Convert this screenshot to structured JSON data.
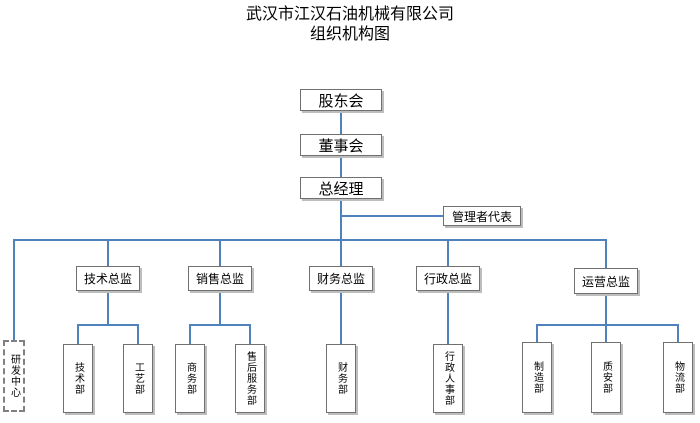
{
  "title": {
    "line1": "武汉市江汉石油机械有限公司",
    "line2": "组织机构图"
  },
  "top_chain": [
    {
      "key": "shareholders",
      "label": "股东会"
    },
    {
      "key": "board",
      "label": "董事会"
    },
    {
      "key": "general_manager",
      "label": "总经理"
    }
  ],
  "management_rep": {
    "label": "管理者代表"
  },
  "directors": [
    {
      "key": "tech",
      "label": "技术总监",
      "departments": [
        "技术部",
        "工艺部"
      ]
    },
    {
      "key": "sales",
      "label": "销售总监",
      "departments": [
        "商务部",
        "售后服务部"
      ]
    },
    {
      "key": "finance",
      "label": "财务总监",
      "departments": [
        "财务部"
      ]
    },
    {
      "key": "admin",
      "label": "行政总监",
      "departments": [
        "行政人事部"
      ]
    },
    {
      "key": "ops",
      "label": "运营总监",
      "departments": [
        "制造部",
        "质安部",
        "物流部"
      ]
    }
  ],
  "rd_center": {
    "label": "研发中心",
    "style": "dashed"
  },
  "colors": {
    "connector": "#4f81bd",
    "border": "#707070",
    "shadow": "#bdbdbd"
  }
}
